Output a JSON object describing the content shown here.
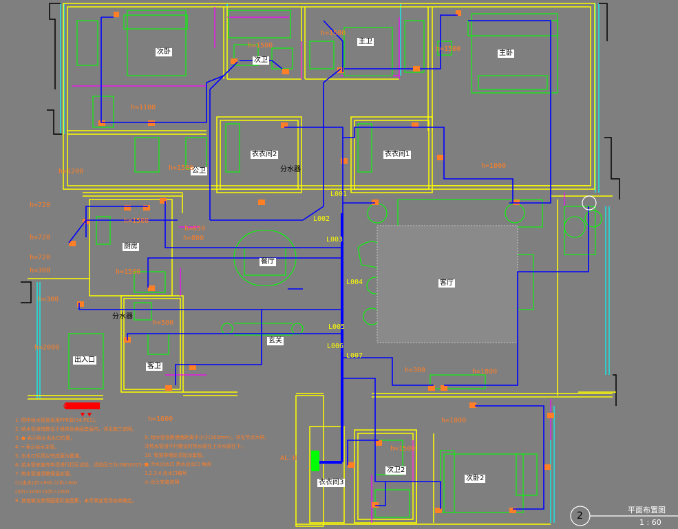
{
  "rooms": {
    "bedroom2_top": "次卧",
    "bathroom2": "次卫",
    "master_bath": "主卫",
    "master_bedroom": "主卧",
    "closet2": "衣衣间2",
    "closet1": "衣衣间1",
    "public_bath": "公卫",
    "kitchen": "厨房",
    "dining": "餐厅",
    "living": "客厅",
    "entrance": "玄关",
    "guest_bath": "客卫",
    "entry": "出入口",
    "closet3": "衣衣间3",
    "bathroom_lower": "次卫2",
    "bedroom_lower": "次卧2"
  },
  "labels": {
    "manifold_top": "分水器",
    "manifold_bottom": "分水器"
  },
  "dimensions": {
    "h1200": "h=1200",
    "h1500": "h=1500",
    "h1100": "h=1100",
    "h1000": "h=1000",
    "h720": "h=720",
    "h300": "h=300",
    "h1600": "h=1600",
    "h2000": "h=2000",
    "h500": "h=500",
    "h650": "h=650",
    "h1800": "h=1800",
    "h800": "h=800"
  },
  "pipe_codes": [
    "L001",
    "L002",
    "L003",
    "L004",
    "L005",
    "L006",
    "L007"
  ],
  "main_tag": "AL.H",
  "notes": [
    "1. 图中给水管道采用PPR管(S4,PE1)。",
    "2. 给水管道暗敷设于墙体及地面垫层内，详见施工说明。",
    "3. ● 表示给水出水口位置。",
    "4. ━ 表示给水主管。",
    "5. 出水口标高以完成面为基准。",
    "6. 给水管安装完毕须进行打压试验，试验压力为(GB50015-3)",
    "7. 热水管道须做保温处理。",
    "   (1)出水口h=900 (2)h=300",
    "   (3)h=1000 (4)h=1500",
    "8. 其他做法参照国家标准图集，未尽事宜现场协商确定。"
  ],
  "notes_right": [
    "9. 给水管道距墙面距离不小于(300mm)，详见节点大样。",
    "   冷热水管道平行敷设时热水管在上冷水管在下。",
    "10. 管道穿墙处须加设套管。",
    "  ●  冷水出水口 热水出水口 角阀",
    "  1,2,3,4 出水口编号",
    "  ◎  龙头安装说明"
  ],
  "title_block": {
    "number": "2",
    "title": "平面布置图",
    "scale": "1 : 60"
  },
  "colors": {
    "background": "#7f7f7f",
    "wall": "#ffff00",
    "pipe": "#0000ff",
    "furniture": "#00ff00",
    "window": "#00ffff",
    "door": "#ff00ff",
    "fixture": "#ff7f27"
  }
}
